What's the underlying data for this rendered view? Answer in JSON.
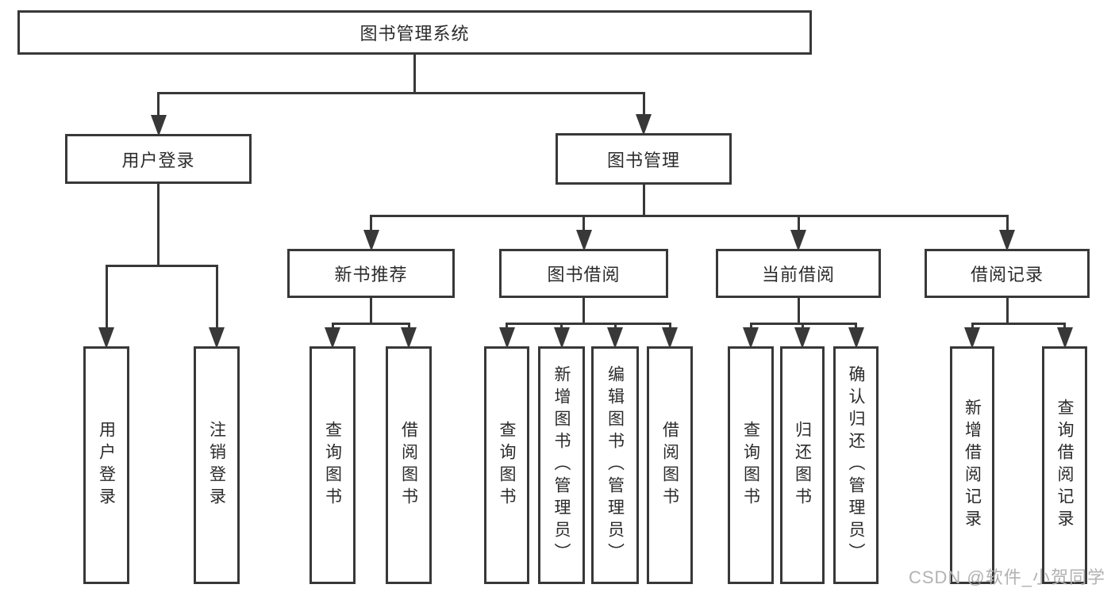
{
  "diagram": {
    "title": "图书管理系统",
    "watermark": "CSDN @软件_小贺同学",
    "colors": {
      "line": "#383838",
      "text": "#2b2b2b",
      "watermark": "#b2b2b2",
      "background": "#ffffff"
    },
    "nodes": [
      {
        "id": "root",
        "label": "图书管理系统",
        "parent": null,
        "orientation": "horizontal"
      },
      {
        "id": "user-login",
        "label": "用户登录",
        "parent": "root",
        "orientation": "horizontal"
      },
      {
        "id": "book-mgmt",
        "label": "图书管理",
        "parent": "root",
        "orientation": "horizontal"
      },
      {
        "id": "new-book-rec",
        "label": "新书推荐",
        "parent": "book-mgmt",
        "orientation": "horizontal"
      },
      {
        "id": "book-borrow",
        "label": "图书借阅",
        "parent": "book-mgmt",
        "orientation": "horizontal"
      },
      {
        "id": "current-borrow",
        "label": "当前借阅",
        "parent": "book-mgmt",
        "orientation": "horizontal"
      },
      {
        "id": "borrow-records",
        "label": "借阅记录",
        "parent": "book-mgmt",
        "orientation": "horizontal"
      },
      {
        "id": "leaf-user-login",
        "label": "用户登录",
        "parent": "user-login",
        "orientation": "vertical"
      },
      {
        "id": "leaf-logout",
        "label": "注销登录",
        "parent": "user-login",
        "orientation": "vertical"
      },
      {
        "id": "leaf-query-book-1",
        "label": "查询图书",
        "parent": "new-book-rec",
        "orientation": "vertical"
      },
      {
        "id": "leaf-borrow-book-1",
        "label": "借阅图书",
        "parent": "new-book-rec",
        "orientation": "vertical"
      },
      {
        "id": "leaf-query-book-2",
        "label": "查询图书",
        "parent": "book-borrow",
        "orientation": "vertical"
      },
      {
        "id": "leaf-add-book",
        "label": "新增图书（管理员）",
        "parent": "book-borrow",
        "orientation": "vertical"
      },
      {
        "id": "leaf-edit-book",
        "label": "编辑图书（管理员）",
        "parent": "book-borrow",
        "orientation": "vertical"
      },
      {
        "id": "leaf-borrow-book-2",
        "label": "借阅图书",
        "parent": "book-borrow",
        "orientation": "vertical"
      },
      {
        "id": "leaf-query-book-3",
        "label": "查询图书",
        "parent": "current-borrow",
        "orientation": "vertical"
      },
      {
        "id": "leaf-return-book",
        "label": "归还图书",
        "parent": "current-borrow",
        "orientation": "vertical"
      },
      {
        "id": "leaf-confirm-return",
        "label": "确认归还（管理员）",
        "parent": "current-borrow",
        "orientation": "vertical"
      },
      {
        "id": "leaf-add-borrow-record",
        "label": "新增借阅记录",
        "parent": "borrow-records",
        "orientation": "vertical"
      },
      {
        "id": "leaf-query-borrow-record",
        "label": "查询借阅记录",
        "parent": "borrow-records",
        "orientation": "vertical"
      }
    ]
  }
}
